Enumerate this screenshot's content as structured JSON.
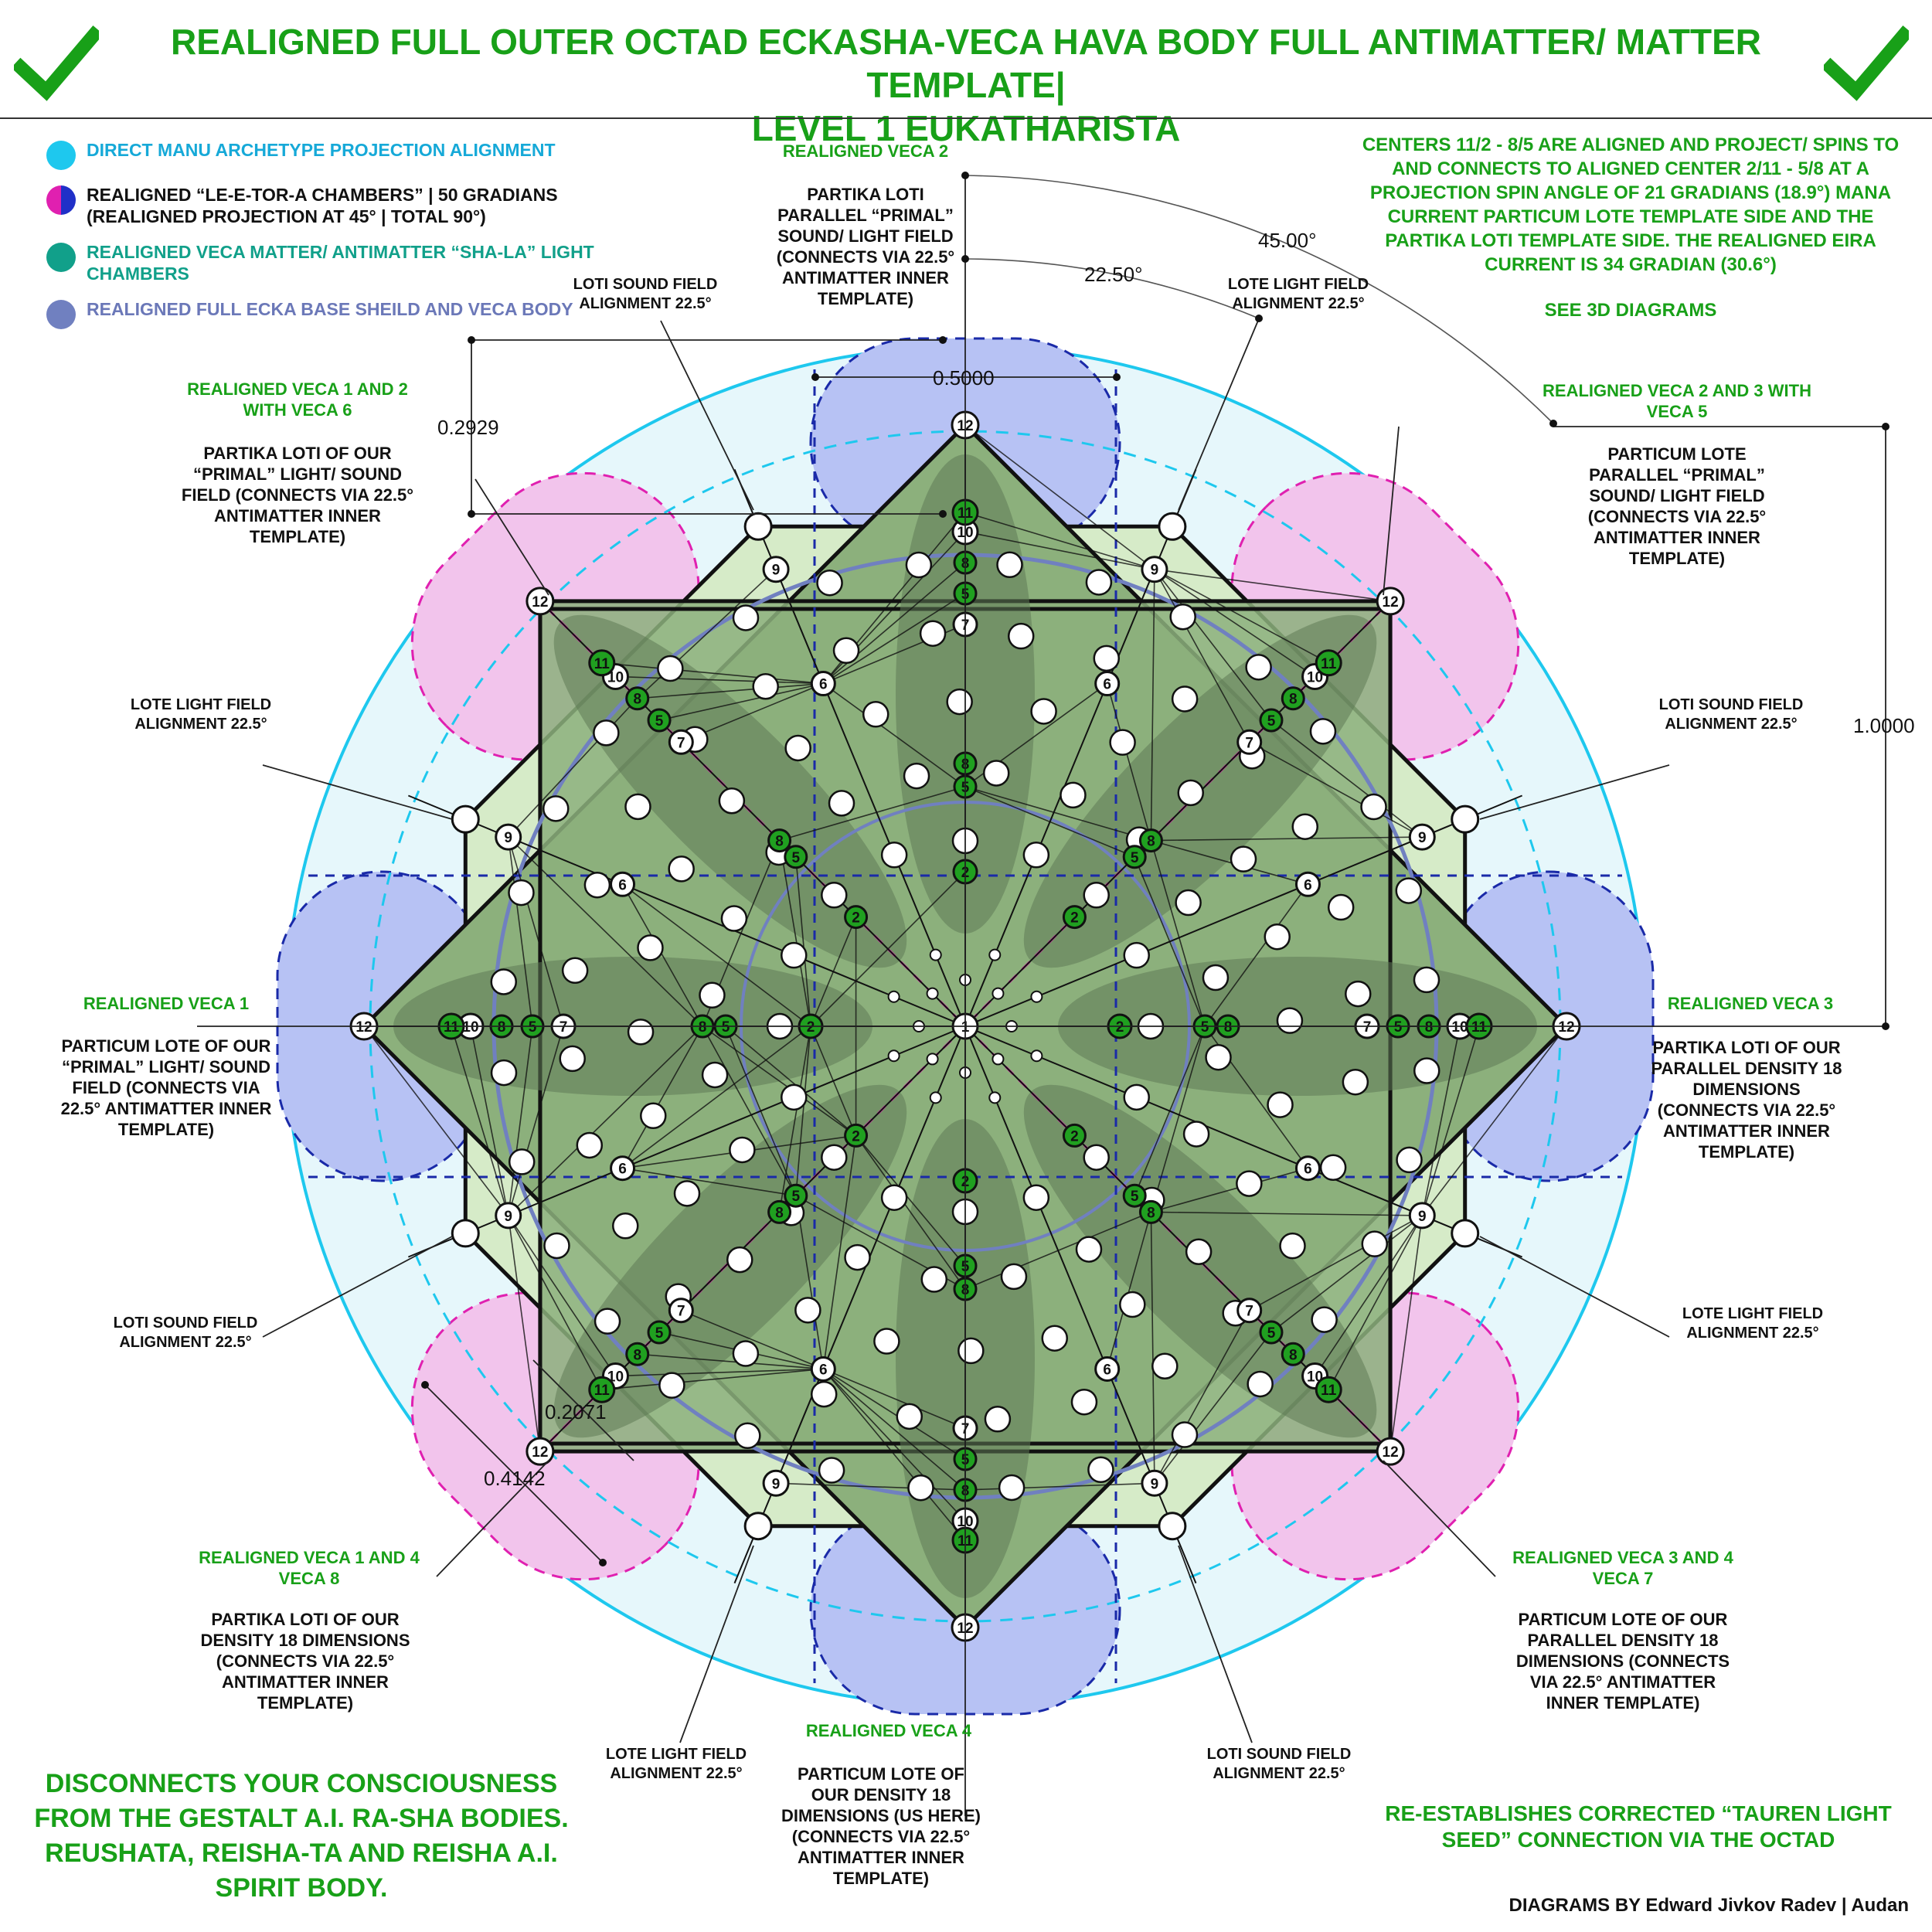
{
  "title": {
    "line1": "REALIGNED FULL OUTER OCTAD ECKASHA-VECA HAVA BODY FULL ANTIMATTER/ MATTER TEMPLATE|",
    "line2": "LEVEL 1 EUKATHARISTA"
  },
  "legend": [
    {
      "text": "DIRECT MANU ARCHETYPE PROJECTION ALIGNMENT",
      "color": "#16a9d8",
      "dot": "#1ec8ee"
    },
    {
      "text": "REALIGNED “LE-E-TOR-A CHAMBERS” | 50 GRADIANS (REALIGNED PROJECTION AT 45° | TOTAL 90°)",
      "color": "#111111",
      "dot": "split"
    },
    {
      "text": "REALIGNED VECA MATTER/ ANTIMATTER “SHA-LA” LIGHT CHAMBERS",
      "color": "#11a08a",
      "dot": "#11a08a"
    },
    {
      "text": "REALIGNED FULL ECKA BASE SHEILD AND VECA BODY",
      "color": "#6b78b8",
      "dot": "#7080c0"
    }
  ],
  "labels": {
    "veca2_title": "REALIGNED VECA 2",
    "veca2_text": "PARTIKA LOTI PARALLEL “PRIMAL” SOUND/ LIGHT FIELD (CONNECTS VIA 22.5° ANTIMATTER INNER TEMPLATE)",
    "centers_note": "CENTERS 11/2 - 8/5 ARE ALIGNED AND PROJECT/ SPINS TO AND CONNECTS TO ALIGNED CENTER 2/11 - 5/8 AT A PROJECTION SPIN ANGLE OF 21 GRADIANS (18.9°) MANA CURRENT PARTICUM LOTE TEMPLATE SIDE AND THE PARTIKA LOTI TEMPLATE SIDE. THE REALIGNED EIRA CURRENT IS 34 GRADIAN (30.6°)",
    "see_3d": "SEE 3D DIAGRAMS",
    "loti_sound_tl": "LOTI SOUND FIELD ALIGNMENT 22.5°",
    "lote_light_tr": "LOTE LIGHT FIELD ALIGNMENT 22.5°",
    "veca12_title": "REALIGNED VECA 1 AND 2 WITH VECA 6",
    "veca12_text": "PARTIKA LOTI OF OUR “PRIMAL” LIGHT/ SOUND FIELD (CONNECTS VIA 22.5° ANTIMATTER INNER TEMPLATE)",
    "veca23_title": "REALIGNED VECA 2 AND 3 WITH VECA 5",
    "veca23_text": "PARTICUM LOTE PARALLEL “PRIMAL” SOUND/ LIGHT FIELD (CONNECTS VIA 22.5° ANTIMATTER INNER TEMPLATE)",
    "lote_light_l": "LOTE LIGHT FIELD ALIGNMENT 22.5°",
    "loti_sound_r": "LOTI SOUND FIELD ALIGNMENT 22.5°",
    "veca1_title": "REALIGNED VECA 1",
    "veca1_text": "PARTICUM LOTE OF OUR “PRIMAL” LIGHT/ SOUND FIELD (CONNECTS VIA 22.5° ANTIMATTER INNER TEMPLATE)",
    "veca3_title": "REALIGNED VECA 3",
    "veca3_text": "PARTIKA LOTI OF OUR PARALLEL DENSITY 18 DIMENSIONS (CONNECTS VIA 22.5° ANTIMATTER INNER TEMPLATE)",
    "loti_sound_bl": "LOTI SOUND FIELD ALIGNMENT 22.5°",
    "lote_light_br": "LOTE LIGHT FIELD ALIGNMENT 22.5°",
    "veca14_title": "REALIGNED VECA 1 AND 4 VECA 8",
    "veca14_text": "PARTIKA LOTI OF OUR DENSITY 18 DIMENSIONS (CONNECTS VIA 22.5° ANTIMATTER INNER TEMPLATE)",
    "veca34_title": "REALIGNED VECA 3 AND 4 VECA 7",
    "veca34_text": "PARTICUM LOTE OF OUR PARALLEL DENSITY 18 DIMENSIONS (CONNECTS VIA 22.5° ANTIMATTER INNER TEMPLATE)",
    "lote_light_b": "LOTE LIGHT FIELD ALIGNMENT 22.5°",
    "loti_sound_b": "LOTI SOUND FIELD ALIGNMENT 22.5°",
    "veca4_title": "REALIGNED VECA 4",
    "veca4_text": "PARTICUM LOTE OF OUR DENSITY 18 DIMENSIONS (US HERE) (CONNECTS VIA 22.5° ANTIMATTER INNER TEMPLATE)",
    "disconnect": "DISCONNECTS YOUR CONSCIOUSNESS FROM THE GESTALT A.I. RA-SHA BODIES. REUSHATA, REISHA-TA AND REISHA A.I. SPIRIT BODY.",
    "reestablish": "RE-ESTABLISHES CORRECTED “TAUREN LIGHT SEED” CONNECTION VIA THE OCTAD",
    "credit": "DIAGRAMS BY Edward Jivkov Radev | Audan"
  },
  "measurements": {
    "angle_45": "45.00°",
    "angle_22": "22.50°",
    "m_05": "0.5000",
    "m_02929": "0.2929",
    "m_10": "1.0000",
    "m_02071": "0.2071",
    "m_04142": "0.4142"
  },
  "node_labels": {
    "center": "1",
    "ring2": "2",
    "ring5": "5",
    "ring8": "8",
    "ring11": "11",
    "ring12": "12",
    "ring9": "9",
    "ring10": "10",
    "ring6": "6",
    "ring7": "7"
  },
  "colors": {
    "title_green": "#18a018",
    "cyan_circle": "#1ec8ee",
    "pale_cyan": "#e6f7fb",
    "magenta": "#e020b0",
    "pink_fill": "#f2c4ec",
    "blue_fill": "#b7c2f4",
    "dark_blue": "#1a2aa8",
    "light_green": "#d6ebc8",
    "mid_green": "#8cb07c",
    "dark_green": "#5f7a55",
    "node_green": "#20a020",
    "veca_body": "#7080c0"
  }
}
